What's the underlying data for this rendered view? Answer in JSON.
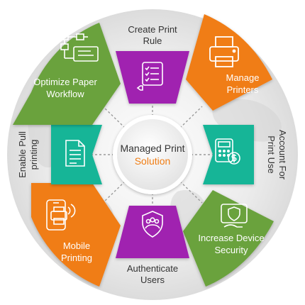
{
  "colors": {
    "green": "#6aa23c",
    "orange": "#f07d14",
    "purple": "#a020b0",
    "teal": "#17b597",
    "ring": "#e6e6e6",
    "text_dark": "#333333",
    "text_light": "#ffffff",
    "accent": "#f07d14"
  },
  "center": {
    "title": "Managed Print",
    "subtitle": "Solution"
  },
  "segments": {
    "create_print_rule": {
      "line1": "Create Print",
      "line2": "Rule",
      "icon": "checklist-icon"
    },
    "manage_printers": {
      "line1": "Manage",
      "line2": "Printers",
      "icon": "printer-icon"
    },
    "account_print_use": {
      "line1": "Account For",
      "line2": "Print Use",
      "icon": "calculator-dollar-icon"
    },
    "increase_security": {
      "line1": "Increase Device",
      "line2": "Security",
      "icon": "shield-hand-icon"
    },
    "authenticate_users": {
      "line1": "Authenticate",
      "line2": "Users",
      "icon": "users-shield-icon"
    },
    "mobile_printing": {
      "line1": "Mobile",
      "line2": "Printing",
      "icon": "mobile-printer-icon"
    },
    "enable_pull_printing": {
      "line1": "Enable Pull",
      "line2": "printing",
      "icon": "document-icon"
    },
    "optimize_workflow": {
      "line1": "Optimize Paper",
      "line2": "Workflow",
      "icon": "workflow-icon"
    }
  }
}
